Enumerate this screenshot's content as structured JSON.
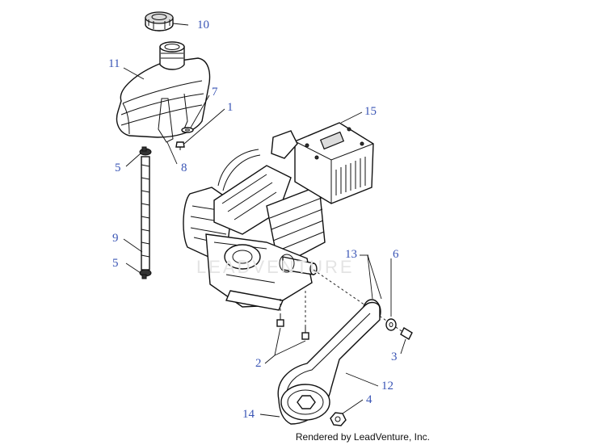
{
  "callouts": {
    "c1": "1",
    "c2": "2",
    "c3": "3",
    "c4": "4",
    "c5a": "5",
    "c5b": "5",
    "c6": "6",
    "c7": "7",
    "c8": "8",
    "c9": "9",
    "c10": "10",
    "c11": "11",
    "c12": "12",
    "c13": "13",
    "c14": "14",
    "c15": "15"
  },
  "watermark": "LEADVENTURE",
  "credit": "Rendered by LeadVenture, Inc.",
  "colors": {
    "callout": "#3a55b5",
    "line": "#111111",
    "watermark": "#e4e4e4"
  }
}
